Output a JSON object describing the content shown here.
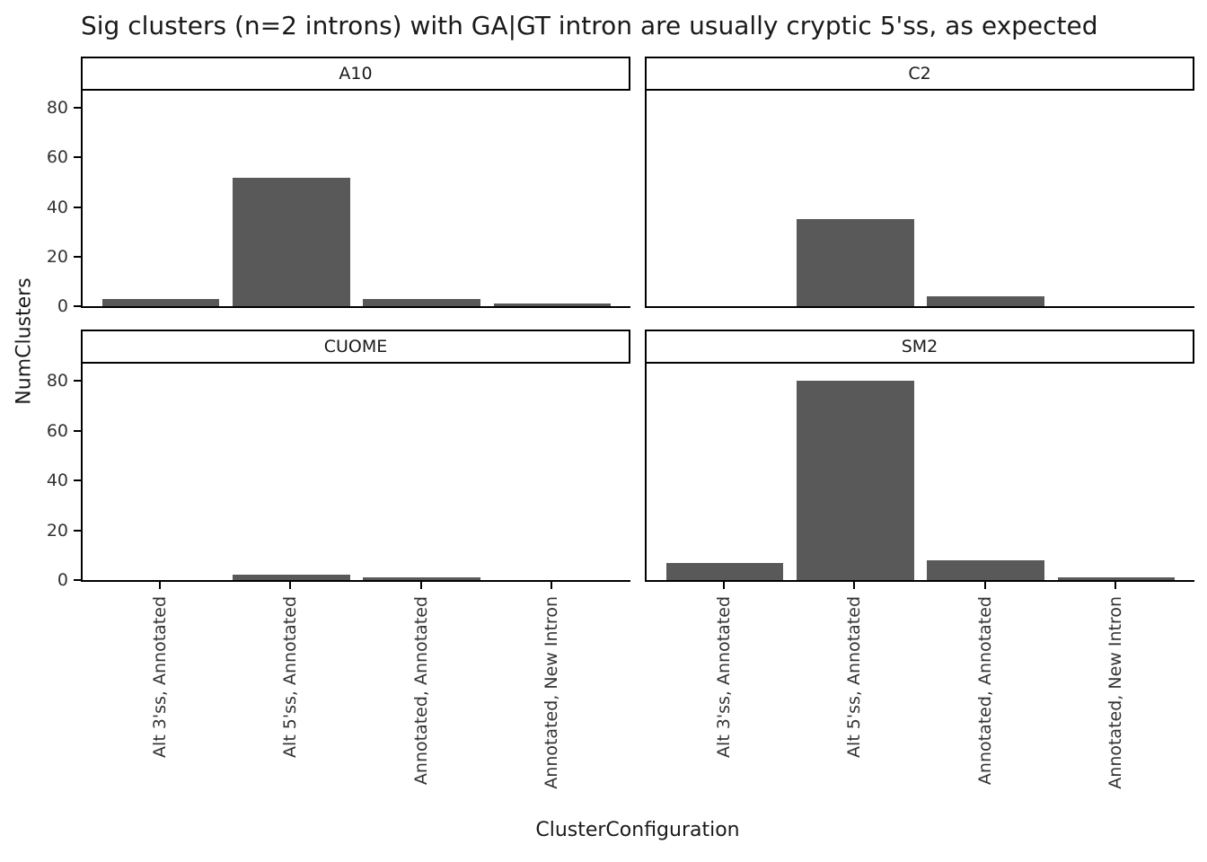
{
  "title": "Sig clusters (n=2 introns) with GA|GT intron are usually cryptic 5'ss, as expected",
  "axes": {
    "x_label": "ClusterConfiguration",
    "y_label": "NumClusters",
    "y_ticks": [
      0,
      20,
      40,
      60,
      80
    ]
  },
  "chart_data": {
    "type": "bar",
    "title": "Sig clusters (n=2 introns) with GA|GT intron are usually cryptic 5'ss, as expected",
    "xlabel": "ClusterConfiguration",
    "ylabel": "NumClusters",
    "categories": [
      "Alt 3'ss, Annotated",
      "Alt 5'ss, Annotated",
      "Annotated, Annotated",
      "Annotated, New Intron"
    ],
    "facets": [
      {
        "name": "A10",
        "values": [
          3,
          52,
          3,
          1
        ]
      },
      {
        "name": "C2",
        "values": [
          0,
          35,
          4,
          0
        ]
      },
      {
        "name": "CUOME",
        "values": [
          0,
          2,
          1,
          0
        ]
      },
      {
        "name": "SM2",
        "values": [
          7,
          80,
          8,
          1
        ]
      }
    ],
    "ylim": [
      0,
      87
    ],
    "bar_color": "#595959",
    "axis_color": "#000000",
    "grid": false,
    "legend": "none",
    "facet_layout": "2x2"
  }
}
